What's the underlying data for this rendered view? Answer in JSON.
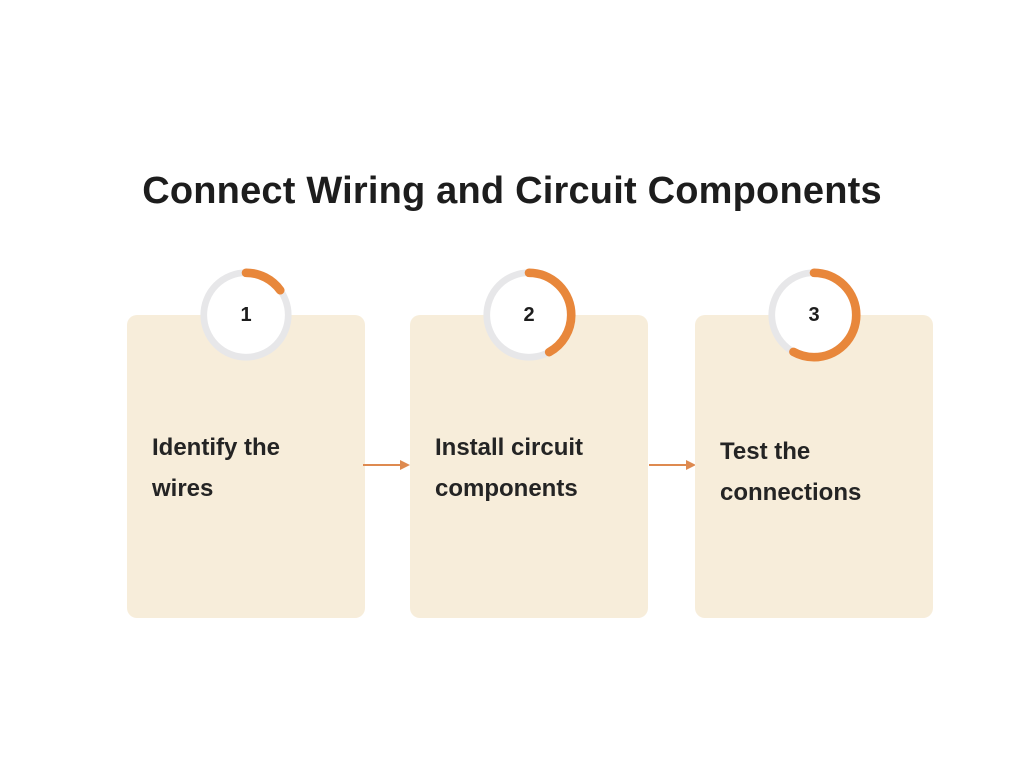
{
  "title": "Connect Wiring and Circuit Components",
  "colors": {
    "accent": "#E8873B",
    "card_background": "#F7EDDA",
    "ring_track": "#E7E7E9",
    "text": "#242424"
  },
  "steps": [
    {
      "number": "1",
      "label": "Identify the wires",
      "progress": 0.15
    },
    {
      "number": "2",
      "label": "Install circuit components",
      "progress": 0.42
    },
    {
      "number": "3",
      "label": "Test the connections",
      "progress": 0.58
    }
  ]
}
